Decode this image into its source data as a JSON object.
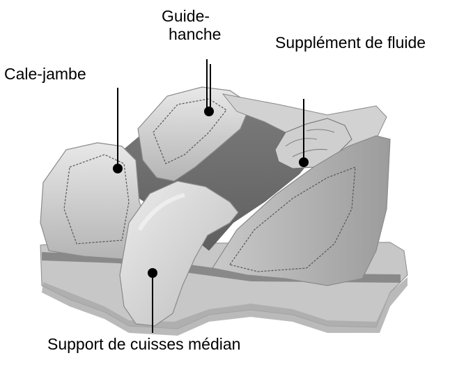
{
  "labels": {
    "guide_line1": "Guide-",
    "guide_line2": "hanche",
    "fluid": "Supplément de fluide",
    "cale": "Cale-jambe",
    "support": "Support de cuisses médian"
  },
  "colors": {
    "foam_light": "#dcdcdc",
    "foam_mid": "#bdbdbd",
    "foam_dark": "#8f8f8f",
    "well_dark": "#6e6e6e",
    "base_band": "#7d7d7d",
    "callout": "#000000"
  }
}
